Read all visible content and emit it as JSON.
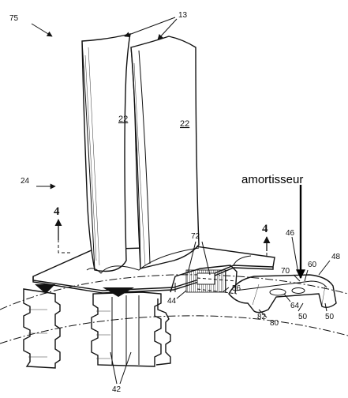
{
  "callout": {
    "label": "amortisseur"
  },
  "section_marks": {
    "left": "4",
    "right": "4"
  },
  "refs": {
    "r75": "75",
    "r13": "13",
    "r22a": "22",
    "r22b": "22",
    "r24": "24",
    "r72": "72",
    "r46": "46",
    "r48": "48",
    "r70": "70",
    "r60": "60",
    "r44": "44",
    "r56": "56",
    "r64": "64",
    "r82": "82",
    "r80": "80",
    "r50a": "50",
    "r50b": "50",
    "r42": "42"
  }
}
